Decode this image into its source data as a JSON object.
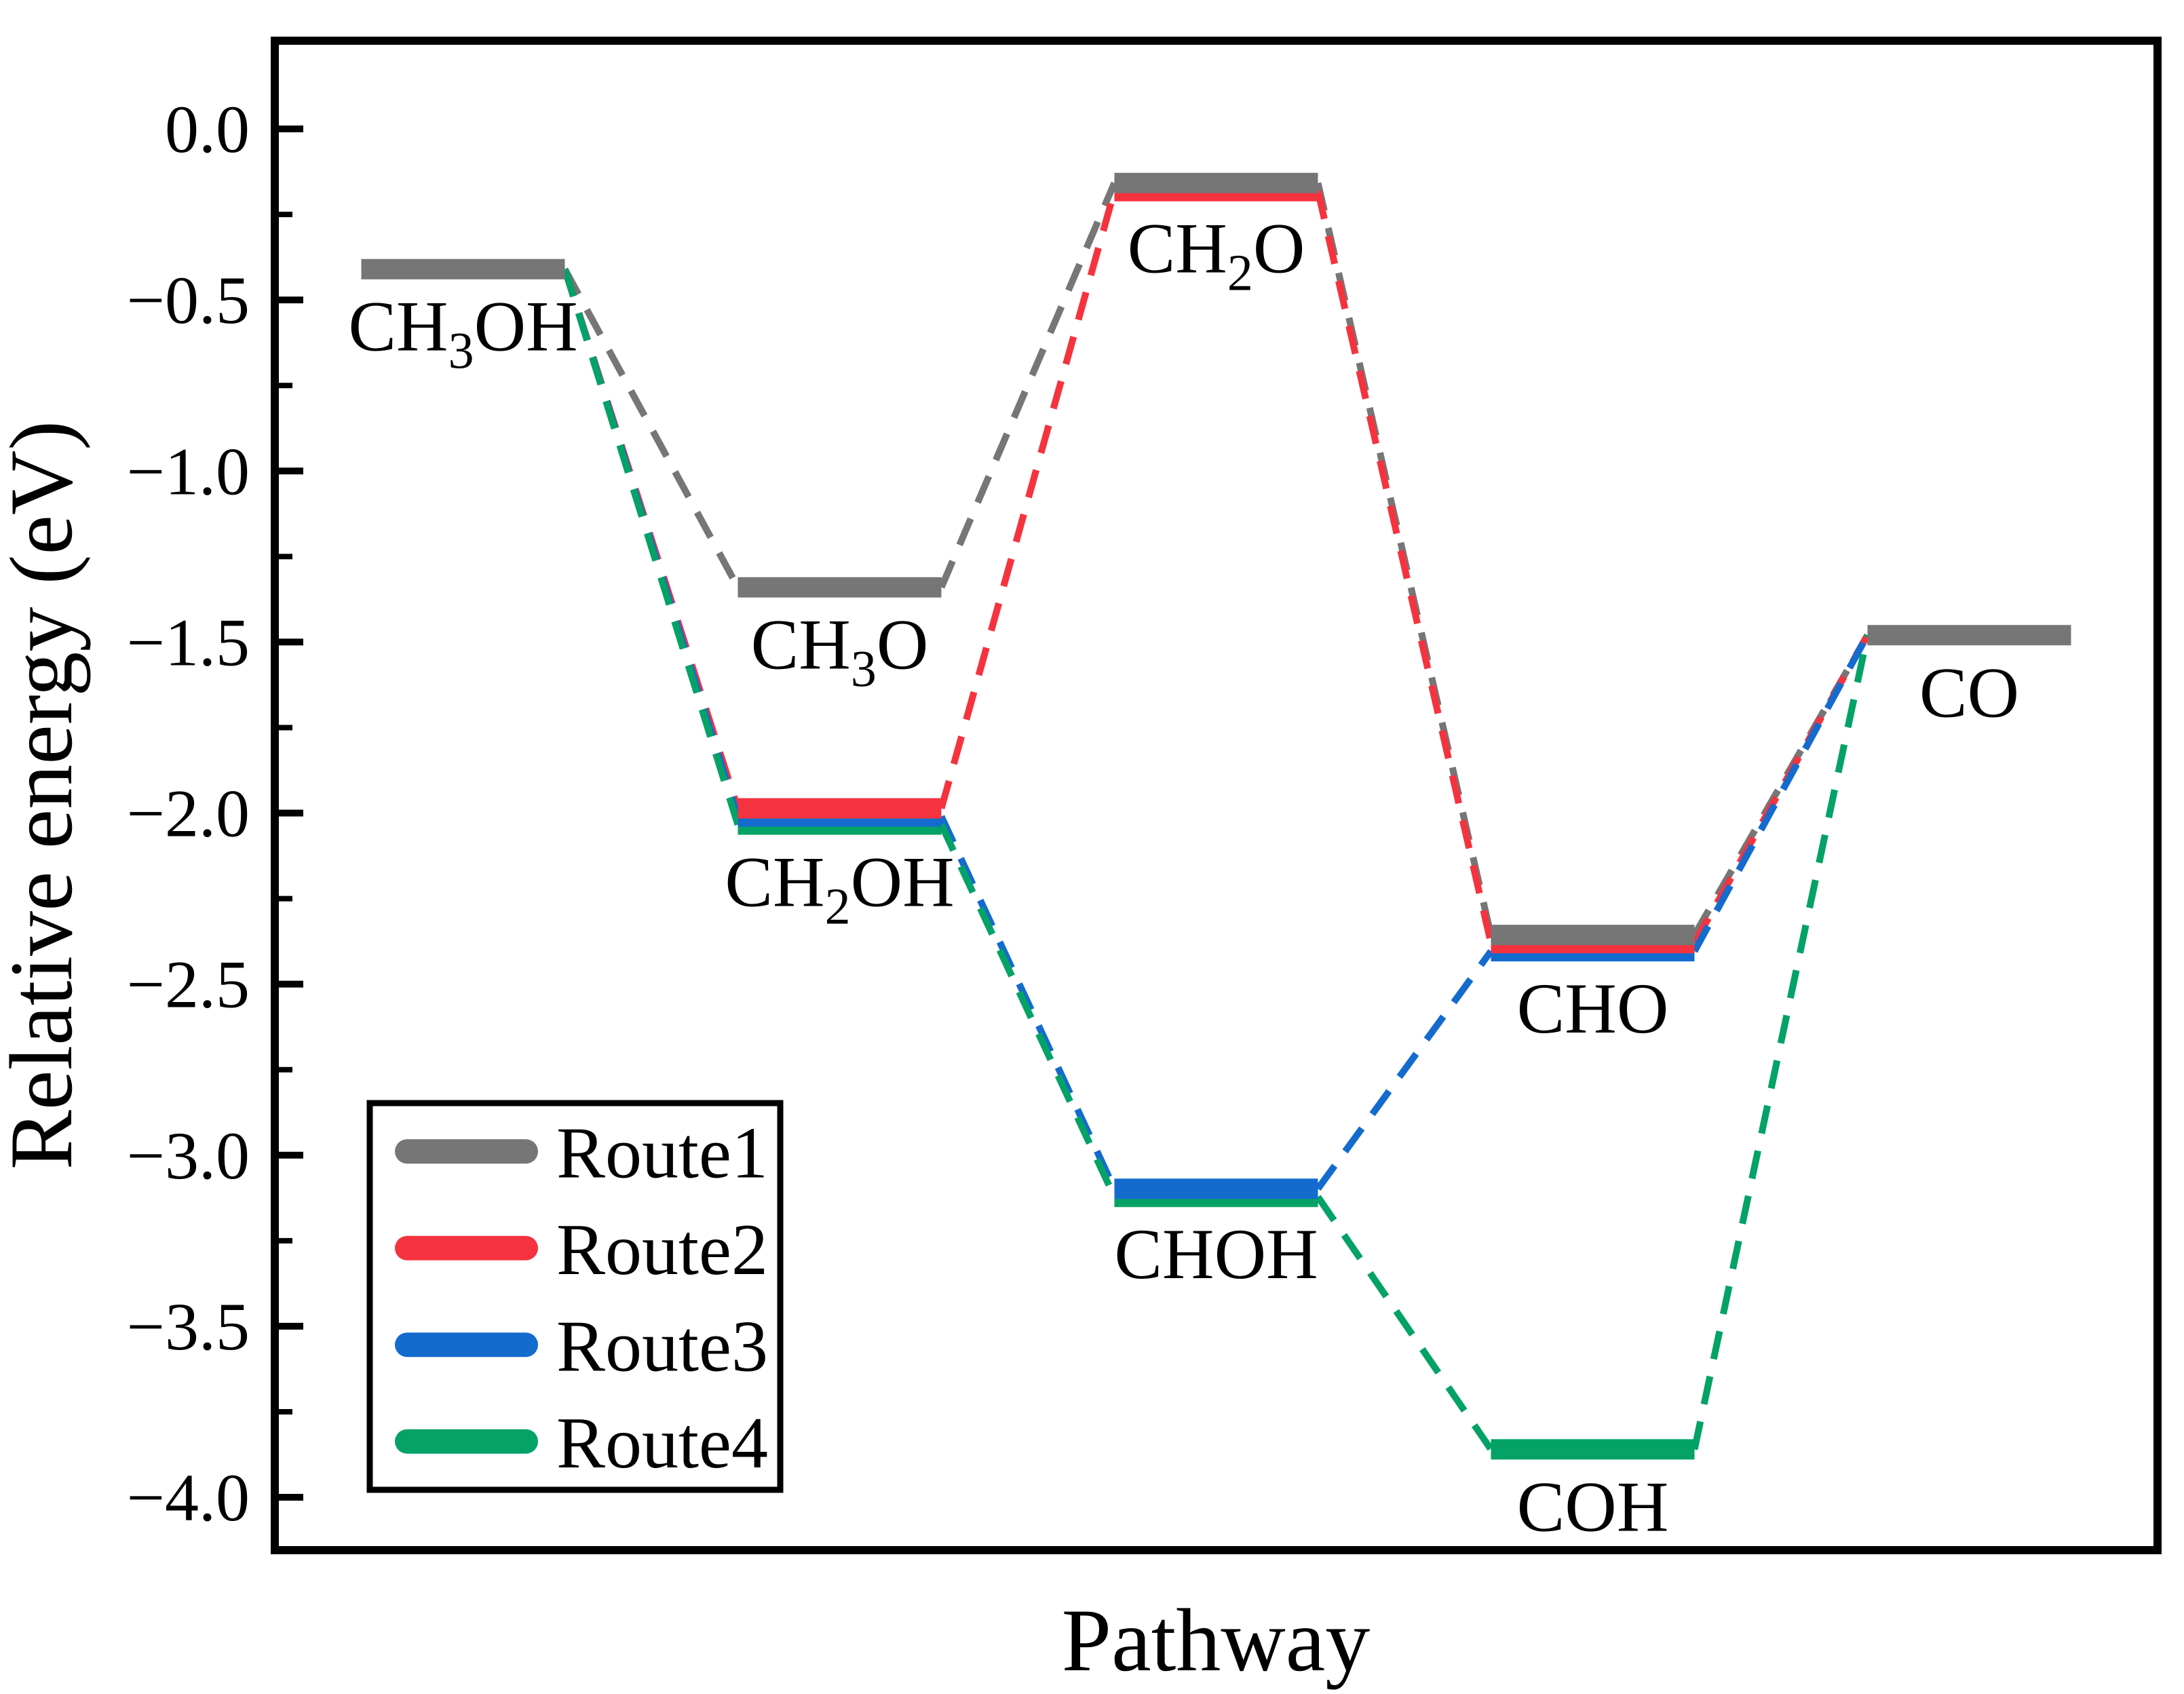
{
  "chart_data": {
    "type": "line",
    "subtype": "reaction-pathway-energy-level-diagram",
    "title": "",
    "xlabel": "Pathway",
    "ylabel": "Relative energy (eV)",
    "ylim": [
      -4.42,
      0.26
    ],
    "grid": false,
    "background": "#FFFFFF",
    "axis_color": "#000000",
    "yaxis": {
      "tick_values": [
        0.0,
        -0.5,
        -1.0,
        -1.5,
        -2.0,
        -2.5,
        -3.0,
        -3.5,
        -4.0
      ],
      "tick_labels": [
        "0.0",
        "−0.5",
        "−1.0",
        "−1.5",
        "−2.0",
        "−2.5",
        "−3.0",
        "−3.5",
        "−4.0"
      ],
      "minor_tick_values": [
        -0.25,
        -0.75,
        -1.25,
        -1.75,
        -2.25,
        -2.75,
        -3.25,
        -3.75
      ]
    },
    "stage_count": 5,
    "species": [
      {
        "id": "CH3OH",
        "stage": 0,
        "energy_eV": -0.41,
        "routes_stack_top_to_bottom": [
          1
        ],
        "label_parts": [
          {
            "t": "CH"
          },
          {
            "t": "3",
            "sub": true
          },
          {
            "t": "OH"
          }
        ]
      },
      {
        "id": "CH3O",
        "stage": 1,
        "energy_eV": -1.34,
        "routes_stack_top_to_bottom": [
          1
        ],
        "label_parts": [
          {
            "t": "CH"
          },
          {
            "t": "3",
            "sub": true
          },
          {
            "t": "O"
          }
        ]
      },
      {
        "id": "CH2OH",
        "stage": 1,
        "energy_eV": -2.01,
        "routes_stack_top_to_bottom": [
          2,
          3,
          4
        ],
        "label_parts": [
          {
            "t": "CH"
          },
          {
            "t": "2",
            "sub": true
          },
          {
            "t": "OH"
          }
        ]
      },
      {
        "id": "CH2O",
        "stage": 2,
        "energy_eV": -0.17,
        "routes_stack_top_to_bottom": [
          1,
          2
        ],
        "label_parts": [
          {
            "t": "CH"
          },
          {
            "t": "2",
            "sub": true
          },
          {
            "t": "O"
          }
        ]
      },
      {
        "id": "CHOH",
        "stage": 2,
        "energy_eV": -3.11,
        "routes_stack_top_to_bottom": [
          3,
          4
        ],
        "label_parts": [
          {
            "t": "CHOH"
          }
        ]
      },
      {
        "id": "CHO",
        "stage": 3,
        "energy_eV": -2.38,
        "routes_stack_top_to_bottom": [
          1,
          2,
          3
        ],
        "label_parts": [
          {
            "t": "CHO"
          }
        ]
      },
      {
        "id": "COH",
        "stage": 3,
        "energy_eV": -3.86,
        "routes_stack_top_to_bottom": [
          4
        ],
        "label_parts": [
          {
            "t": "COH"
          }
        ]
      },
      {
        "id": "CO",
        "stage": 4,
        "energy_eV": -1.48,
        "routes_stack_top_to_bottom": [
          1
        ],
        "label_parts": [
          {
            "t": "CO"
          }
        ]
      }
    ],
    "series": [
      {
        "id": 1,
        "name": "Route1",
        "color": "#767676",
        "path": [
          "CH3OH",
          "CH3O",
          "CH2O",
          "CHO",
          "CO"
        ]
      },
      {
        "id": 2,
        "name": "Route2",
        "color": "#F5333F",
        "path": [
          "CH3OH",
          "CH2OH",
          "CH2O",
          "CHO",
          "CO"
        ]
      },
      {
        "id": 3,
        "name": "Route3",
        "color": "#146BCE",
        "path": [
          "CH3OH",
          "CH2OH",
          "CHOH",
          "CHO",
          "CO"
        ]
      },
      {
        "id": 4,
        "name": "Route4",
        "color": "#04A266",
        "path": [
          "CH3OH",
          "CH2OH",
          "CHOH",
          "COH",
          "CO"
        ]
      }
    ],
    "legend": {
      "position": "lower left",
      "entries": [
        "Route1",
        "Route2",
        "Route3",
        "Route4"
      ]
    }
  }
}
